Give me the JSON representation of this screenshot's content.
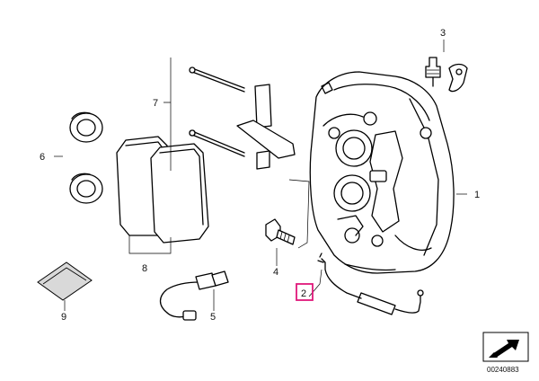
{
  "callouts": [
    {
      "id": "1",
      "label": "1"
    },
    {
      "id": "2",
      "label": "2"
    },
    {
      "id": "3",
      "label": "3"
    },
    {
      "id": "4",
      "label": "4"
    },
    {
      "id": "5",
      "label": "5"
    },
    {
      "id": "6",
      "label": "6"
    },
    {
      "id": "7",
      "label": "7"
    },
    {
      "id": "8",
      "label": "8"
    },
    {
      "id": "9",
      "label": "9"
    }
  ],
  "highlighted_callout": "2",
  "highlight_color": "#e0177a",
  "diagram_number": "00240883",
  "nav_icon": "arrow-navigation-icon"
}
